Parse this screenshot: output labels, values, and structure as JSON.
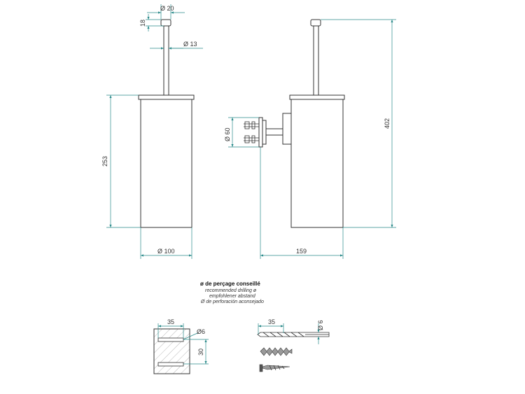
{
  "colors": {
    "dimension_line": "#2a8a8a",
    "dimension_text": "#333333",
    "outline": "#333333"
  },
  "dimensions": {
    "knob_diameter": "Ø 20",
    "knob_height": "18",
    "shaft_diameter": "Ø 13",
    "container_height": "253",
    "container_diameter": "Ø 100",
    "bracket_diameter": "Ø 60",
    "wall_offset": "159",
    "total_height": "402",
    "hole_depth": "35",
    "hole_diameter": "Ø6",
    "hole_spacing": "30",
    "drill_length": "35",
    "drill_diameter": "Ø 6"
  },
  "drilling_note": {
    "title": "ø de perçage conseillé",
    "line_en": "recommended drilling ø",
    "line_de": "empfohlener abstand",
    "line_es": "Ø de perforación aconsejado"
  }
}
